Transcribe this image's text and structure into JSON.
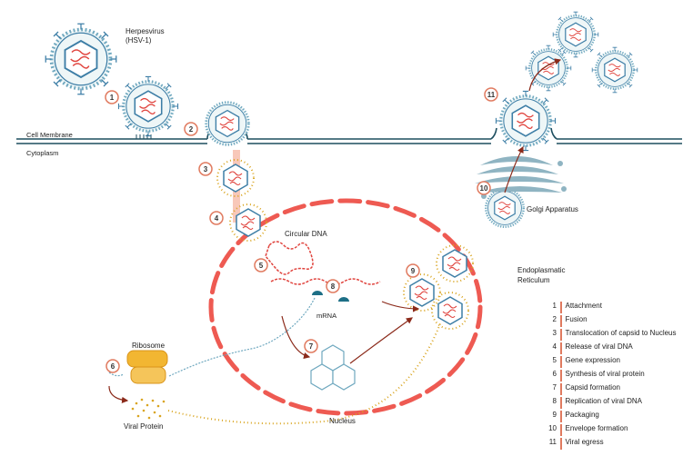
{
  "labels": {
    "herpesvirus": "Herpesvirus",
    "herpesvirus_abbr": "(HSV-1)",
    "cell_membrane": "Cell Membrane",
    "cytoplasm": "Cytoplasm",
    "circular_dna": "Circular DNA",
    "endoplasmatic": "Endoplasmatic",
    "reticulum": "Reticulum",
    "golgi": "Golgi Apparatus",
    "ribosome": "Ribosome",
    "mrna": "mRNA",
    "viral_protein": "Viral Protein",
    "nucleus": "Nucleus"
  },
  "step_markers": [
    "1",
    "2",
    "3",
    "4",
    "5",
    "6",
    "7",
    "8",
    "9",
    "10",
    "11"
  ],
  "legend": [
    {
      "num": "1",
      "text": "Attachment"
    },
    {
      "num": "2",
      "text": "Fusion"
    },
    {
      "num": "3",
      "text": "Translocation of capsid to Nucleus"
    },
    {
      "num": "4",
      "text": "Release of viral DNA"
    },
    {
      "num": "5",
      "text": "Gene expression"
    },
    {
      "num": "6",
      "text": "Synthesis of viral protein"
    },
    {
      "num": "7",
      "text": "Capsid formation"
    },
    {
      "num": "8",
      "text": "Replication of viral DNA"
    },
    {
      "num": "9",
      "text": "Packaging"
    },
    {
      "num": "10",
      "text": "Envelope formation"
    },
    {
      "num": "11",
      "text": "Viral egress"
    }
  ],
  "colors": {
    "membrane": "#1d4e5f",
    "capsid": "#3d7ea6",
    "envelope": "#6fa8bf",
    "dna": "#e0443e",
    "nucleus": "#ee5a52",
    "arrow": "#8b2a1a",
    "protein": "#d9a520",
    "ribosome": "#f2b632",
    "golgi": "#8fb4c2",
    "step_ring": "#e07a5f"
  }
}
